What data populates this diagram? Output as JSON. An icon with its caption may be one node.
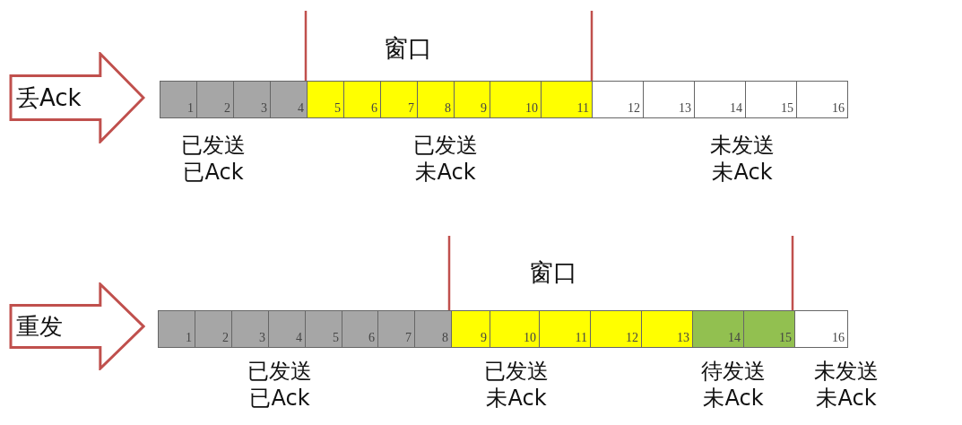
{
  "diagram": {
    "nodes": [
      {
        "text": [
          "丢Ack"
        ]
      },
      {
        "text": [
          "1"
        ]
      },
      {
        "text": [
          "2"
        ]
      },
      {
        "text": [
          "3"
        ]
      },
      {
        "text": [
          "4"
        ]
      },
      {
        "text": [
          "5"
        ]
      },
      {
        "text": [
          "6"
        ]
      },
      {
        "text": [
          "7"
        ]
      },
      {
        "text": [
          "8"
        ]
      },
      {
        "text": [
          "9"
        ]
      },
      {
        "text": [
          "10"
        ]
      },
      {
        "text": [
          "11"
        ]
      },
      {
        "text": [
          "12"
        ]
      },
      {
        "text": [
          "13"
        ]
      },
      {
        "text": [
          "14"
        ]
      },
      {
        "text": [
          "15"
        ]
      },
      {
        "text": [
          "16"
        ]
      },
      {
        "text": [
          "重发"
        ]
      },
      {
        "text": [
          "1"
        ]
      },
      {
        "text": [
          "2"
        ]
      },
      {
        "text": [
          "3"
        ]
      },
      {
        "text": [
          "4"
        ]
      },
      {
        "text": [
          "5"
        ]
      },
      {
        "text": [
          "6"
        ]
      },
      {
        "text": [
          "7"
        ]
      },
      {
        "text": [
          "8"
        ]
      },
      {
        "text": [
          "9"
        ]
      },
      {
        "text": [
          "10"
        ]
      },
      {
        "text": [
          "11"
        ]
      },
      {
        "text": [
          "12"
        ]
      },
      {
        "text": [
          "13"
        ]
      },
      {
        "text": [
          "14"
        ]
      },
      {
        "text": [
          "15"
        ]
      },
      {
        "text": [
          "16"
        ]
      }
    ],
    "labels": [
      "窗口",
      "已发送",
      "已Ack",
      "已发送",
      "未Ack",
      "未发送",
      "未Ack",
      "窗口",
      "已发送",
      "已Ack",
      "已发送",
      "未Ack",
      "待发送",
      "未Ack",
      "未发送",
      "未Ack"
    ]
  }
}
